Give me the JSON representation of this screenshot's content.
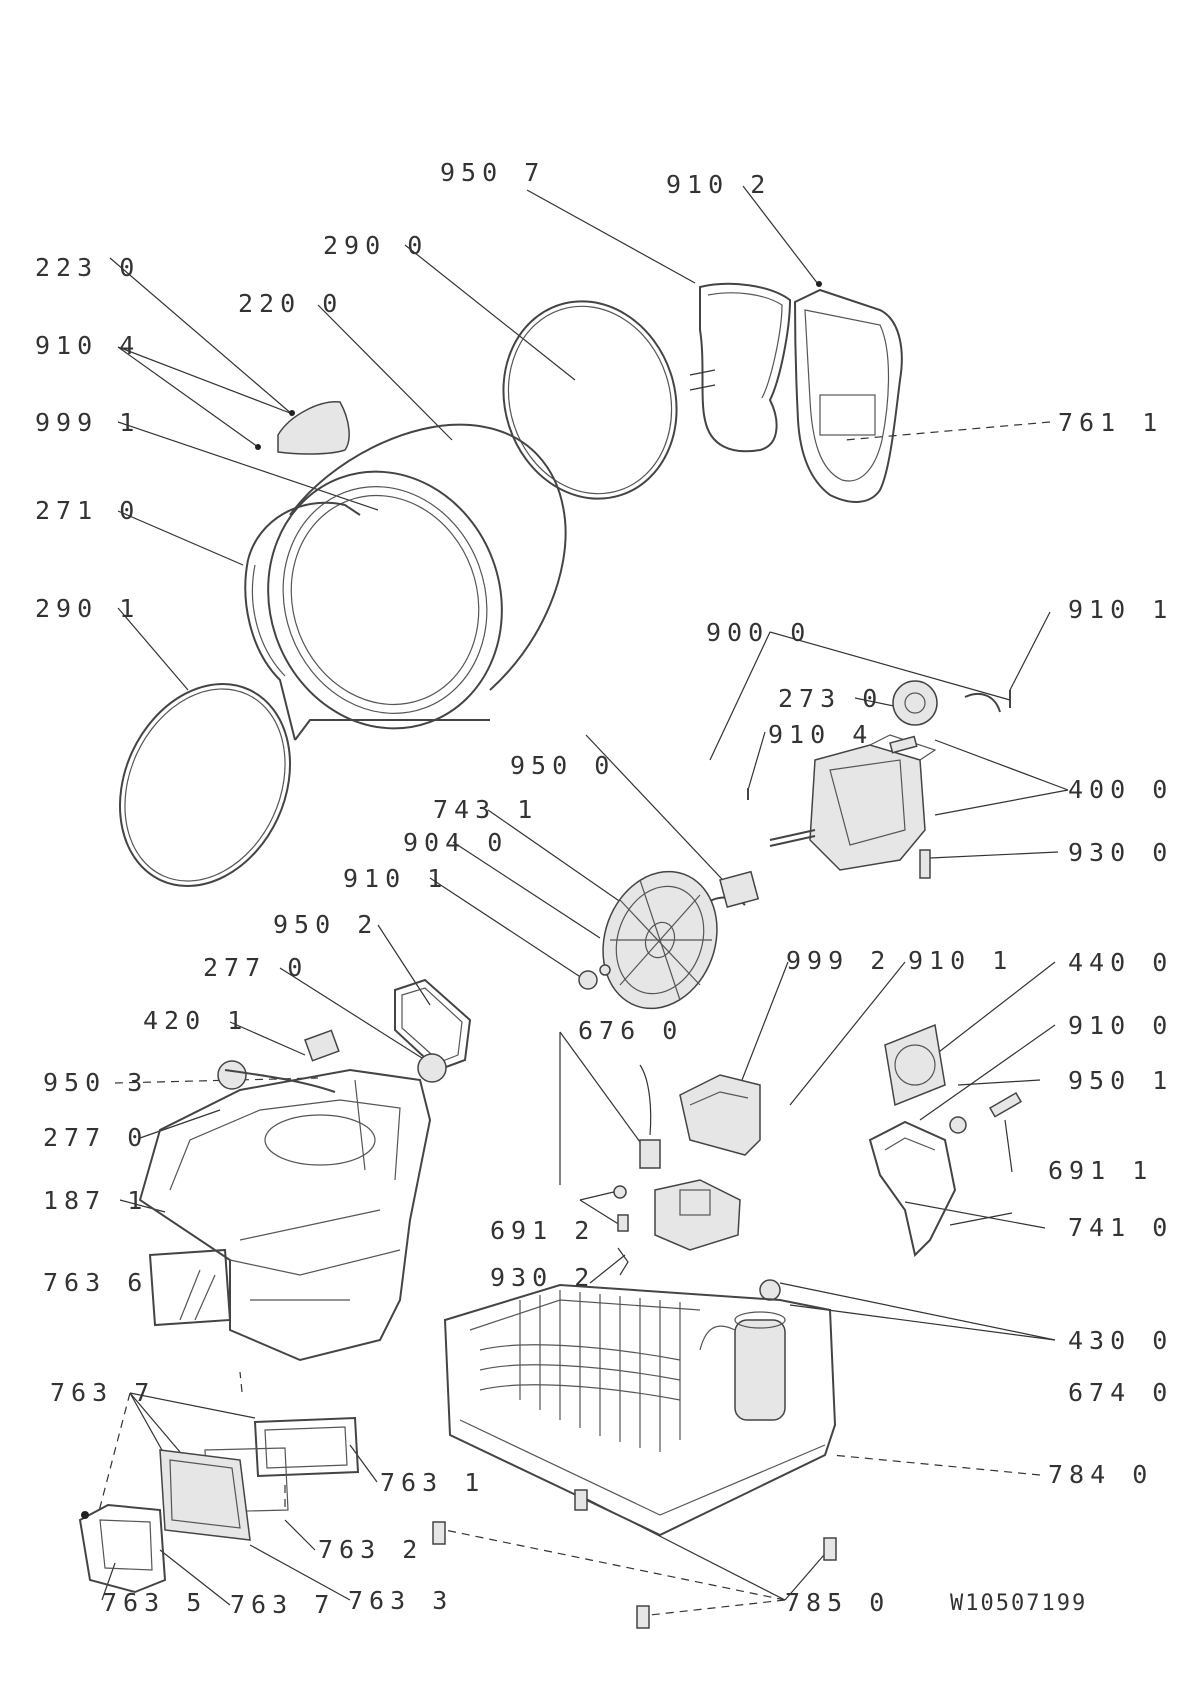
{
  "labels": {
    "l_950_7": "950 7",
    "l_910_2": "910 2",
    "l_290_0": "290 0",
    "l_223_0": "223 0",
    "l_220_0": "220 0",
    "l_910_4a": "910 4",
    "l_999_1": "999 1",
    "l_761_1": "761 1",
    "l_271_0": "271 0",
    "l_290_1": "290 1",
    "l_910_1a": "910 1",
    "l_900_0": "900 0",
    "l_273_0": "273 0",
    "l_910_4b": "910 4",
    "l_950_0": "950 0",
    "l_400_0": "400 0",
    "l_743_1": "743 1",
    "l_904_0": "904 0",
    "l_930_0": "930 0",
    "l_910_1b": "910 1",
    "l_950_2": "950 2",
    "l_999_2": "999 2",
    "l_910_1c": "910 1",
    "l_440_0": "440 0",
    "l_277_0a": "277 0",
    "l_420_1": "420 1",
    "l_676_0": "676 0",
    "l_910_0": "910 0",
    "l_950_3": "950 3",
    "l_950_1": "950 1",
    "l_277_0b": "277 0",
    "l_691_1": "691 1",
    "l_187_1": "187 1",
    "l_741_0": "741 0",
    "l_691_2": "691 2",
    "l_930_2": "930 2",
    "l_763_6": "763 6",
    "l_430_0": "430 0",
    "l_674_0": "674 0",
    "l_763_7a": "763 7",
    "l_763_1": "763 1",
    "l_784_0": "784 0",
    "l_763_2": "763 2",
    "l_763_3": "763 3",
    "l_763_5": "763 5",
    "l_763_7b": "763 7",
    "l_785_0": "785 0"
  },
  "doc_id": "W10507199"
}
